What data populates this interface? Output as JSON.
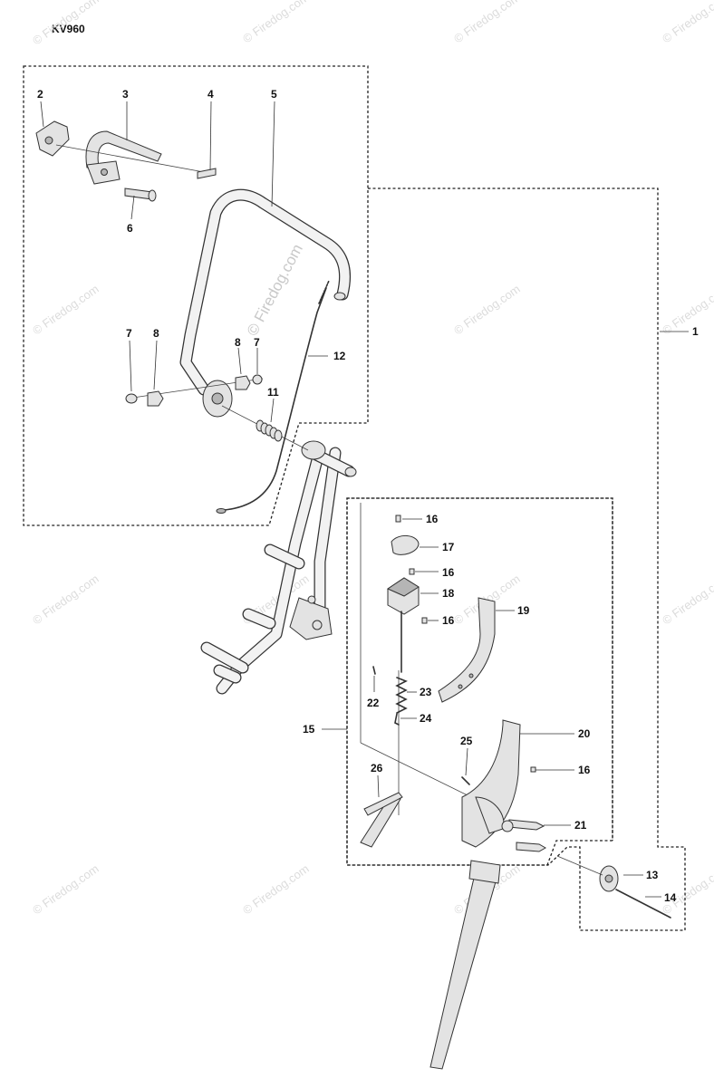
{
  "model": "KV960",
  "watermark": "© Firedog.com",
  "watermark_center": "© Firedog.com",
  "callouts": [
    {
      "id": "c1",
      "text": "1"
    },
    {
      "id": "c2",
      "text": "2"
    },
    {
      "id": "c3",
      "text": "3"
    },
    {
      "id": "c4",
      "text": "4"
    },
    {
      "id": "c5",
      "text": "5"
    },
    {
      "id": "c6",
      "text": "6"
    },
    {
      "id": "c7a",
      "text": "7"
    },
    {
      "id": "c8a",
      "text": "8"
    },
    {
      "id": "c8b",
      "text": "8"
    },
    {
      "id": "c7b",
      "text": "7"
    },
    {
      "id": "c11",
      "text": "11"
    },
    {
      "id": "c12",
      "text": "12"
    },
    {
      "id": "c13",
      "text": "13"
    },
    {
      "id": "c14",
      "text": "14"
    },
    {
      "id": "c15",
      "text": "15"
    },
    {
      "id": "c16a",
      "text": "16"
    },
    {
      "id": "c17",
      "text": "17"
    },
    {
      "id": "c16b",
      "text": "16"
    },
    {
      "id": "c18",
      "text": "18"
    },
    {
      "id": "c16c",
      "text": "16"
    },
    {
      "id": "c19",
      "text": "19"
    },
    {
      "id": "c22",
      "text": "22"
    },
    {
      "id": "c23",
      "text": "23"
    },
    {
      "id": "c24",
      "text": "24"
    },
    {
      "id": "c25",
      "text": "25"
    },
    {
      "id": "c26",
      "text": "26"
    },
    {
      "id": "c20",
      "text": "20"
    },
    {
      "id": "c16d",
      "text": "16"
    },
    {
      "id": "c21",
      "text": "21"
    }
  ]
}
